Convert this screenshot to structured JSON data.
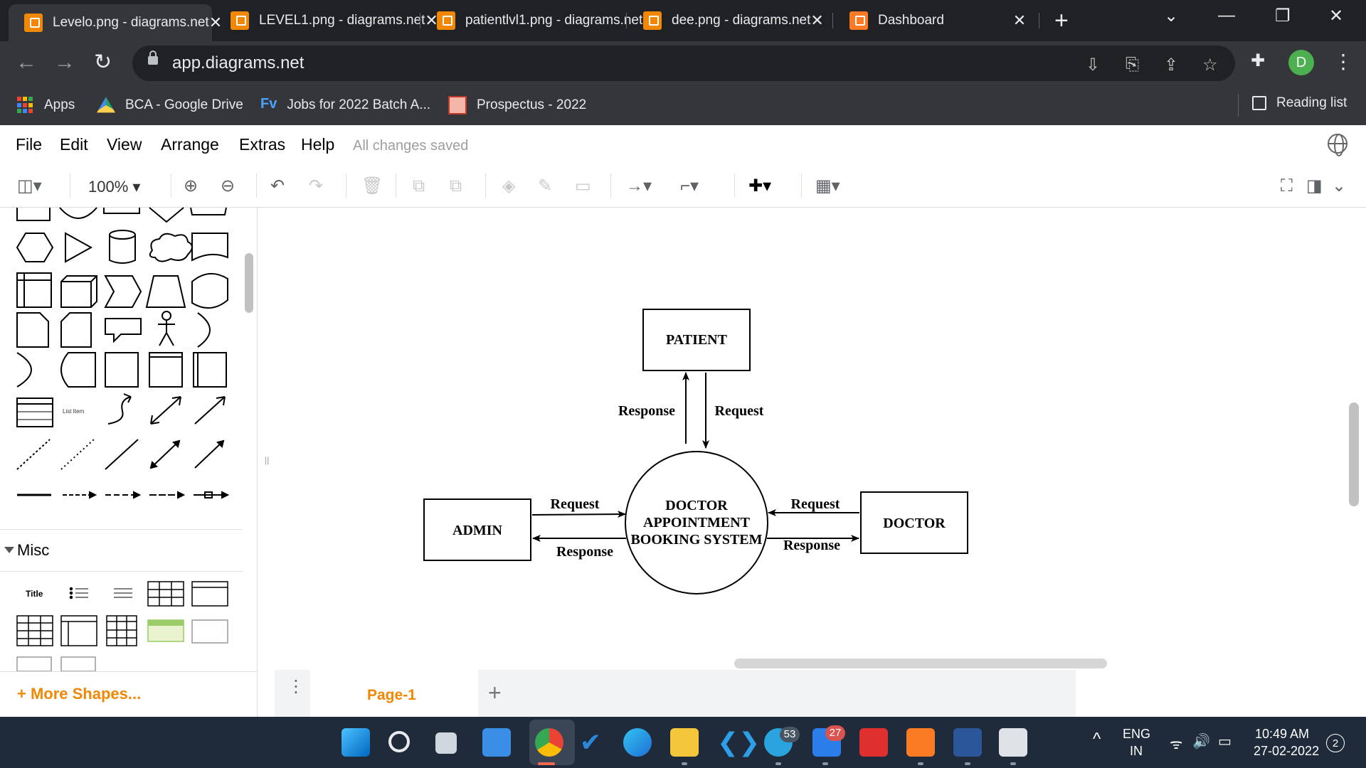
{
  "browser": {
    "tabs": [
      {
        "title": "Levelo.png - diagrams.net",
        "active": true,
        "icon": "drawio-icon"
      },
      {
        "title": "LEVEL1.png - diagrams.net",
        "active": false,
        "icon": "drawio-icon"
      },
      {
        "title": "patientlvl1.png - diagrams.net",
        "active": false,
        "icon": "drawio-icon"
      },
      {
        "title": "dee.png - diagrams.net",
        "active": false,
        "icon": "drawio-icon"
      },
      {
        "title": "Dashboard",
        "active": false,
        "icon": "xampp-icon"
      }
    ],
    "url": "app.diagrams.net",
    "profile_initial": "D",
    "bookmarks": [
      {
        "label": "Apps",
        "icon": "apps-icon"
      },
      {
        "label": "BCA - Google Drive",
        "icon": "drive-icon"
      },
      {
        "label": "Jobs for 2022 Batch A...",
        "icon": "fv-icon"
      },
      {
        "label": "Prospectus - 2022",
        "icon": "prospectus-icon"
      }
    ],
    "reading_list": "Reading list",
    "fv_text": "Fv"
  },
  "app": {
    "menu": [
      "File",
      "Edit",
      "View",
      "Arrange",
      "Extras",
      "Help"
    ],
    "save_status": "All changes saved",
    "zoom": "100%",
    "misc_section": "Misc",
    "more_shapes": "+ More Shapes...",
    "list_item_label": "List Item",
    "misc_title_label": "Title",
    "page_tab": "Page-1",
    "accent_color": "#f08705"
  },
  "diagram": {
    "patient": "PATIENT",
    "admin": "ADMIN",
    "doctor": "DOCTOR",
    "process_lines": [
      "DOCTOR",
      "APPOINTMENT",
      "BOOKING SYSTEM"
    ],
    "edges": {
      "patient_response": "Response",
      "patient_request": "Request",
      "admin_request": "Request",
      "admin_response": "Response",
      "doctor_request": "Request",
      "doctor_response": "Response"
    }
  },
  "taskbar": {
    "telegram_badge": "53",
    "mail_badge": "27",
    "language": "ENG",
    "region": "IN",
    "time": "10:49 AM",
    "date": "27-02-2022",
    "notifications": "2"
  }
}
